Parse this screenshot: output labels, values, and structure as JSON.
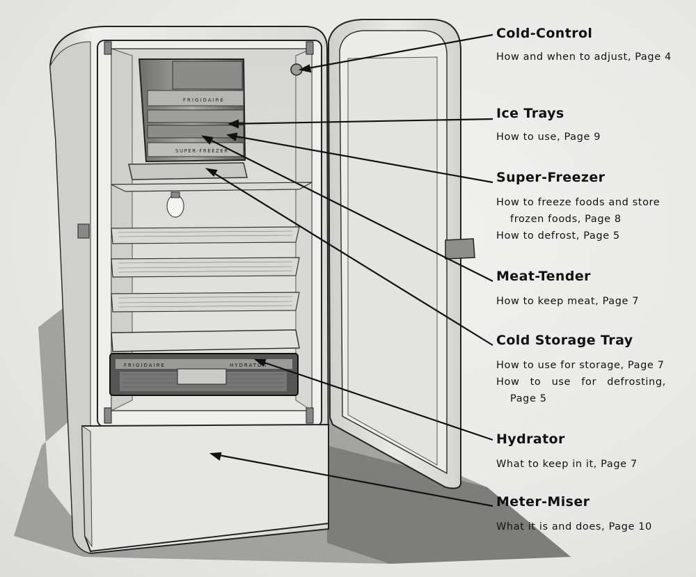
{
  "colors": {
    "ink": "#111111",
    "paper": "#ebebe9",
    "enamel": "#e2e2df",
    "shadow": "#5a5a5a"
  },
  "illustration": {
    "subject": "refrigerator-open-door",
    "brand_bands": [
      "FRIGIDAIRE",
      "SUPER-FREEZER",
      "FRIGIDAIRE",
      "HYDRATOR"
    ]
  },
  "callouts": [
    {
      "title": "Cold-Control",
      "lines": [
        "How and when to adjust, Page 4"
      ]
    },
    {
      "title": "Ice Trays",
      "lines": [
        "How to use, Page 9"
      ]
    },
    {
      "title": "Super-Freezer",
      "lines": [
        "How to freeze foods and store",
        "frozen foods, Page 8",
        "How to defrost, Page 5"
      ]
    },
    {
      "title": "Meat-Tender",
      "lines": [
        "How to keep meat, Page 7"
      ]
    },
    {
      "title": "Cold Storage Tray",
      "lines": [
        "How to use for storage, Page 7",
        "How to use for defrosting,",
        "Page 5"
      ]
    },
    {
      "title": "Hydrator",
      "lines": [
        "What to keep in it, Page 7"
      ]
    },
    {
      "title": "Meter-Miser",
      "lines": [
        "What it is and does, Page 10"
      ]
    }
  ]
}
